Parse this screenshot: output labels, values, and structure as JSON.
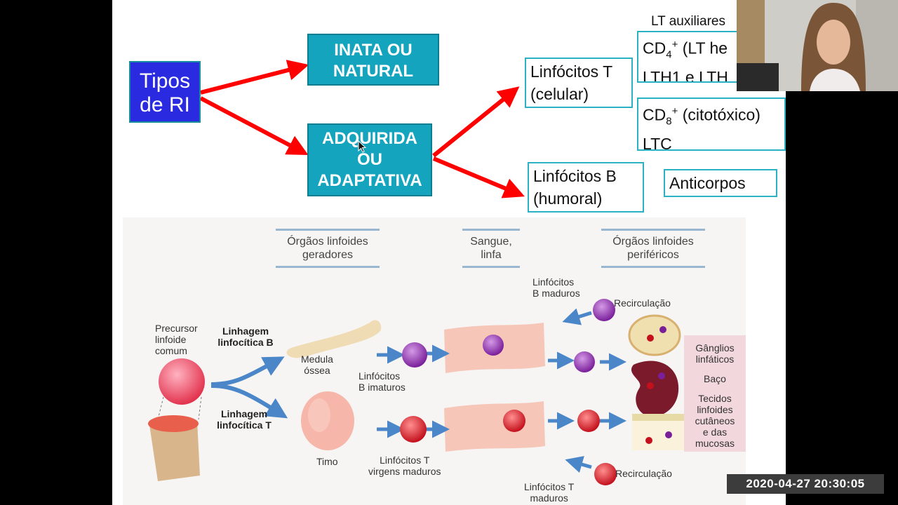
{
  "slide": {
    "tipos_box": {
      "line1": "Tipos",
      "line2": "de RI"
    },
    "inata_box": {
      "line1": "INATA OU",
      "line2": "NATURAL"
    },
    "adquirida_box": {
      "line1": "ADQUIRIDA",
      "line2": "OU",
      "line3": "ADAPTATIVA"
    },
    "linfocitos_t_box": {
      "line1": "Linfócitos T",
      "line2": "(celular)"
    },
    "linfocitos_b_box": {
      "line1": "Linfócitos B",
      "line2": "(humoral)"
    },
    "lt_auxiliares_label": "LT auxiliares",
    "cd4_box": {
      "prefix": "CD",
      "sub": "4",
      "sup": "+",
      "rest": " (LT he",
      "line2": "LTH1 e LTH"
    },
    "cd8_box": {
      "prefix": "CD",
      "sub": "8",
      "sup": "+",
      "rest": " (citotóxico)",
      "line2": "LTC"
    },
    "anticorpos_box": "Anticorpos"
  },
  "figure": {
    "headers": {
      "orgaos_geradores": {
        "line1": "Órgãos linfoides",
        "line2": "geradores"
      },
      "sangue_linfa": {
        "line1": "Sangue,",
        "line2": "linfa"
      },
      "orgaos_perifericos": {
        "line1": "Órgãos linfoides",
        "line2": "periféricos"
      }
    },
    "labels": {
      "precursor": {
        "line1": "Precursor",
        "line2": "linfoide",
        "line3": "comum"
      },
      "linhagem_b": {
        "line1": "Linhagem",
        "line2": "linfocítica B"
      },
      "linhagem_t": {
        "line1": "Linhagem",
        "line2": "linfocítica T"
      },
      "medula": {
        "line1": "Medula",
        "line2": "óssea"
      },
      "timo": "Timo",
      "b_imaturos": {
        "line1": "Linfócitos",
        "line2": "B imaturos"
      },
      "t_virgens": {
        "line1": "Linfócitos T",
        "line2": "virgens maduros"
      },
      "b_maduros": {
        "line1": "Linfócitos",
        "line2": "B maduros"
      },
      "t_maduros": {
        "line1": "Linfócitos T",
        "line2": "maduros"
      },
      "recirculacao_top": "Recirculação",
      "recirculacao_bottom": "Recirculação",
      "ganglios": {
        "line1": "Gânglios",
        "line2": "linfáticos"
      },
      "baco": "Baço",
      "tecidos": {
        "line1": "Tecidos",
        "line2": "linfoides",
        "line3": "cutâneos",
        "line4": "e das",
        "line5": "mucosas"
      }
    }
  },
  "overlay": {
    "timestamp": "2020-04-27 20:30:05"
  },
  "colors": {
    "arrow_red": "#ff0000",
    "tipos_bg": "#2a2ae0",
    "cyan_bg": "#14a4bd",
    "outline_cyan": "#2bb0c4",
    "b_cell": "#8a2aa8",
    "t_cell": "#d81e2a"
  }
}
